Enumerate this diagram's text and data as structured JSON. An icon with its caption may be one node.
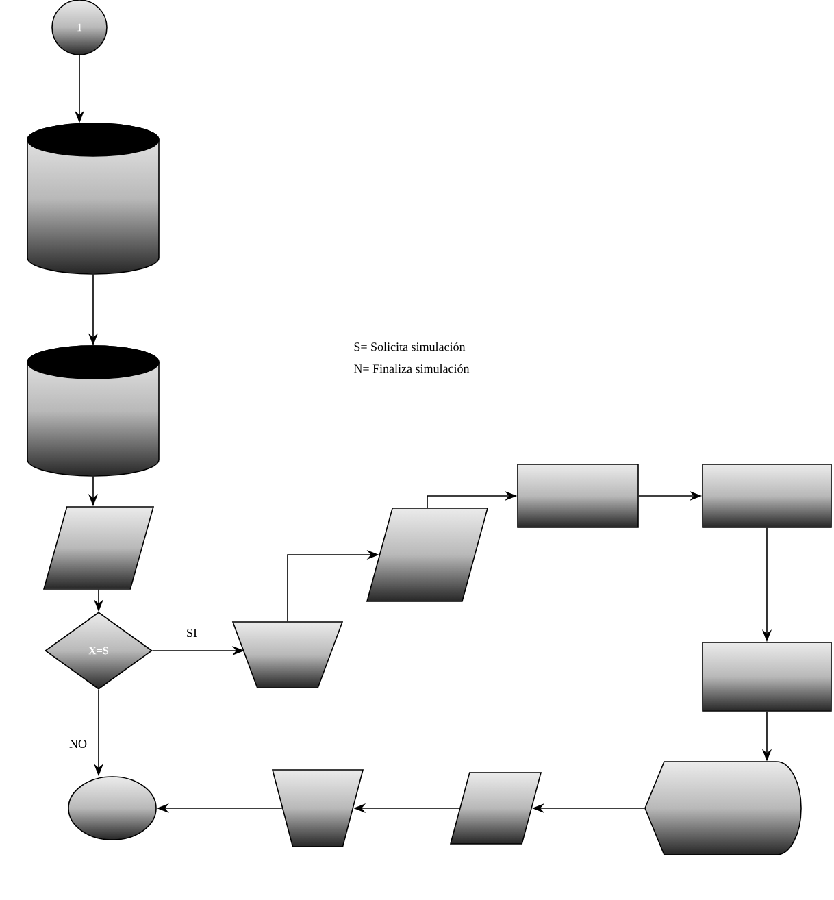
{
  "diagram": {
    "nodes": [
      {
        "text": [
          "1"
        ]
      },
      {
        "text": [],
        "shape": "cylinder"
      },
      {
        "text": [],
        "shape": "cylinder"
      },
      {
        "text": [],
        "shape": "parallelogram"
      },
      {
        "text": [
          "X=S"
        ]
      },
      {
        "text": [],
        "shape": "trapezoid"
      },
      {
        "text": [],
        "shape": "parallelogram"
      },
      {
        "text": [],
        "shape": "box"
      },
      {
        "text": [],
        "shape": "box"
      },
      {
        "text": [],
        "shape": "box"
      },
      {
        "text": [],
        "shape": "display"
      },
      {
        "text": [],
        "shape": "parallelogram"
      },
      {
        "text": [],
        "shape": "trapezoid"
      },
      {
        "text": [],
        "shape": "ellipse"
      }
    ],
    "edges": [
      {
        "from": 0,
        "to": 1,
        "arrow": "to"
      },
      {
        "from": 1,
        "to": 2,
        "arrow": "to"
      },
      {
        "from": 2,
        "to": 3,
        "arrow": "to"
      },
      {
        "from": 3,
        "to": 4,
        "arrow": "to"
      },
      {
        "from": 4,
        "to": 5,
        "arrow": "to",
        "label": "SI"
      },
      {
        "from": 4,
        "to": 13,
        "arrow": "to",
        "label": "NO"
      },
      {
        "from": 5,
        "to": 6,
        "arrow": "to"
      },
      {
        "from": 6,
        "to": 7,
        "arrow": "to"
      },
      {
        "from": 7,
        "to": 8,
        "arrow": "to"
      },
      {
        "from": 8,
        "to": 9,
        "arrow": "to"
      },
      {
        "from": 9,
        "to": 10,
        "arrow": "to"
      },
      {
        "from": 10,
        "to": 11,
        "arrow": "to"
      },
      {
        "from": 11,
        "to": 12,
        "arrow": "to"
      },
      {
        "from": 12,
        "to": 13,
        "arrow": "to"
      }
    ],
    "labels": [
      "S= Solicita simulación",
      "N= Finaliza simulación"
    ]
  }
}
